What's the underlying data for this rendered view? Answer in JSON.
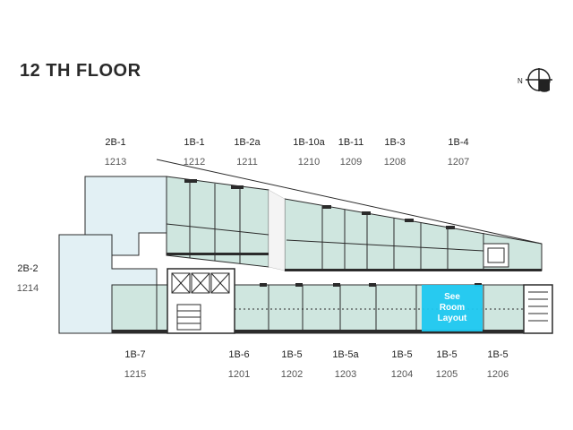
{
  "title": "12 TH FLOOR",
  "compass_letter": "N",
  "colors": {
    "unit_fill": "#cfe6df",
    "corner_fill": "#e2f0f4",
    "wall": "#2b2b2b",
    "highlight": "#1ec8f0",
    "corridor": "#ffffff"
  },
  "highlight": {
    "line1": "See",
    "line2": "Room",
    "line3": "Layout"
  },
  "top_units": [
    {
      "type": "2B-1",
      "num": "1213"
    },
    {
      "type": "1B-1",
      "num": "1212"
    },
    {
      "type": "1B-2a",
      "num": "1211"
    },
    {
      "type": "1B-10a",
      "num": "1210"
    },
    {
      "type": "1B-11",
      "num": "1209"
    },
    {
      "type": "1B-3",
      "num": "1208"
    },
    {
      "type": "1B-4",
      "num": "1207"
    }
  ],
  "left_unit": {
    "type": "2B-2",
    "num": "1214"
  },
  "bottom_units": [
    {
      "type": "1B-7",
      "num": "1215"
    },
    {
      "type": "1B-6",
      "num": "1201"
    },
    {
      "type": "1B-5",
      "num": "1202"
    },
    {
      "type": "1B-5a",
      "num": "1203"
    },
    {
      "type": "1B-5",
      "num": "1204"
    },
    {
      "type": "1B-5",
      "num": "1205"
    },
    {
      "type": "1B-5",
      "num": "1206"
    }
  ]
}
